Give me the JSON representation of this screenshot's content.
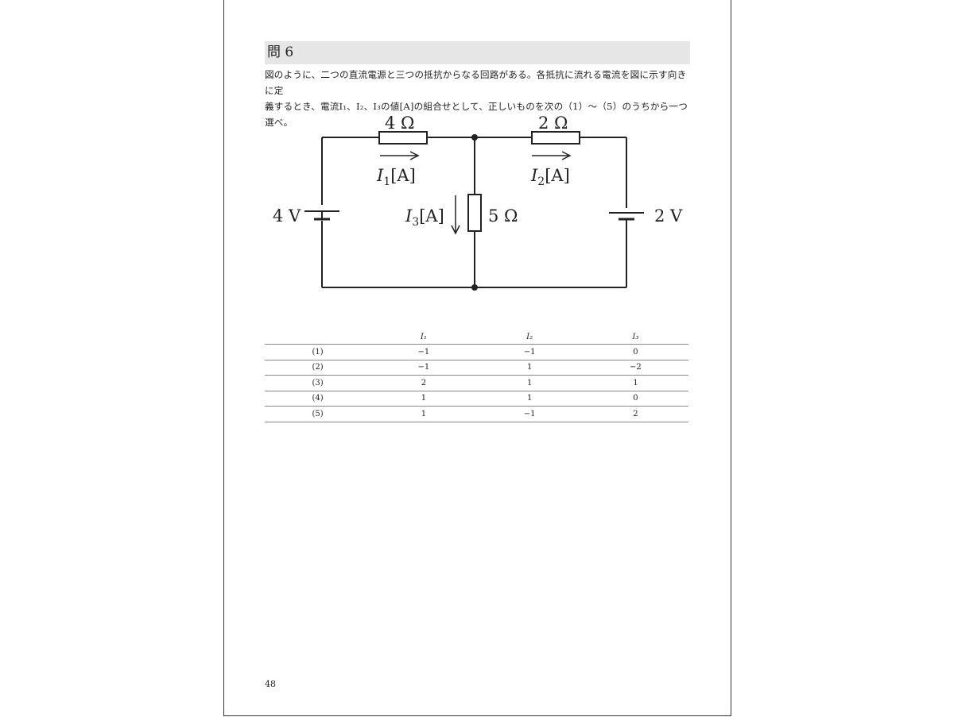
{
  "question": {
    "title": "問 6",
    "text_line1": "図のように、二つの直流電源と三つの抵抗からなる回路がある。各抵抗に流れる電流を図に示す向きに定",
    "text_line2": "義するとき、電流I₁、I₂、I₃の値[A]の組合せとして、正しいものを次の（1）～（5）のうちから一つ選べ。"
  },
  "circuit": {
    "r1": "4 Ω",
    "r2": "2 Ω",
    "r3": "5 Ω",
    "v1": "4 V",
    "v2": "2 V",
    "i1": {
      "sym": "I",
      "sub": "1",
      "unit": "[A]"
    },
    "i2": {
      "sym": "I",
      "sub": "2",
      "unit": "[A]"
    },
    "i3": {
      "sym": "I",
      "sub": "3",
      "unit": "[A]"
    }
  },
  "table": {
    "headers": [
      "",
      "I₁",
      "I₂",
      "I₃"
    ],
    "rows": [
      [
        "(1)",
        "−1",
        "−1",
        "0"
      ],
      [
        "(2)",
        "−1",
        "1",
        "−2"
      ],
      [
        "(3)",
        "2",
        "1",
        "1"
      ],
      [
        "(4)",
        "1",
        "1",
        "0"
      ],
      [
        "(5)",
        "1",
        "−1",
        "2"
      ]
    ]
  },
  "page_number": "48"
}
